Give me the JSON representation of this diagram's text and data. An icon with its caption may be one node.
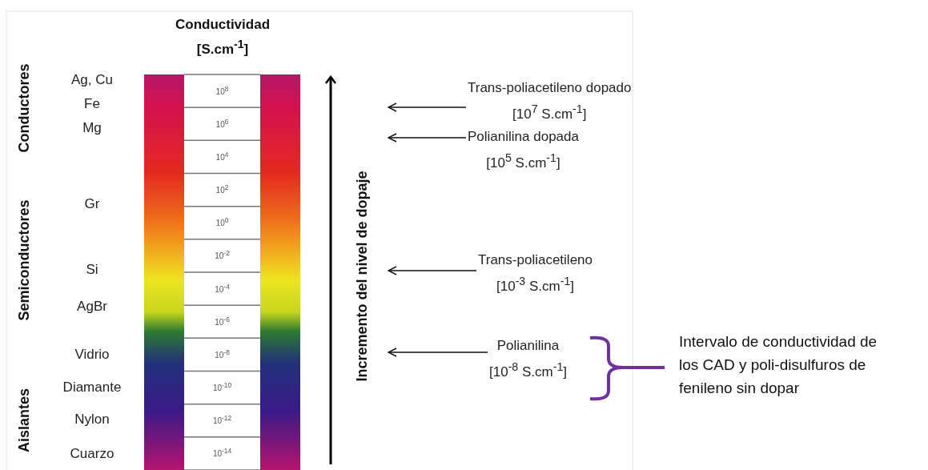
{
  "diagram": {
    "title": "Conductividad [S.cm$^{-1}$]",
    "nodes": [
      {
        "text": [
          "Trans-poliacetileno dopado",
          "[10$^{7}$ S.cm$^{-1}$]"
        ]
      },
      {
        "text": [
          "Polianilina dopada",
          "[10$^{5}$ S.cm$^{-1}$]"
        ]
      },
      {
        "text": [
          "Trans-poliacetileno",
          "[10$^{-3}$ S.cm$^{-1}$]"
        ]
      },
      {
        "text": [
          "Polianilina",
          "[10$^{-8}$ S.cm$^{-1}$]"
        ]
      }
    ],
    "edges": [
      {
        "from": 0,
        "to": null,
        "arrow": "to"
      },
      {
        "from": 1,
        "to": null,
        "arrow": "to"
      },
      {
        "from": 2,
        "to": null,
        "arrow": "to"
      },
      {
        "from": 3,
        "to": null,
        "arrow": "to"
      }
    ],
    "labels": [
      "Conductores",
      "Semiconductores",
      "Aislantes",
      "Ag, Cu",
      "Fe",
      "Mg",
      "Gr",
      "Si",
      "AgBr",
      "Vidrio",
      "Diamante",
      "Nylon",
      "Cuarzo",
      "10$^{8}$",
      "10$^{6}$",
      "10$^{4}$",
      "10$^{2}$",
      "10$^{0}$",
      "10$^{-2}$",
      "10$^{-4}$",
      "10$^{-6}$",
      "10$^{-8}$",
      "10$^{-10}$",
      "10$^{-12}$",
      "10$^{-14}$",
      "Incremento del nivel de dopaje",
      "Intervalo de conductividad de los CAD y poli-disulfuros de fenileno sin dopar"
    ]
  }
}
